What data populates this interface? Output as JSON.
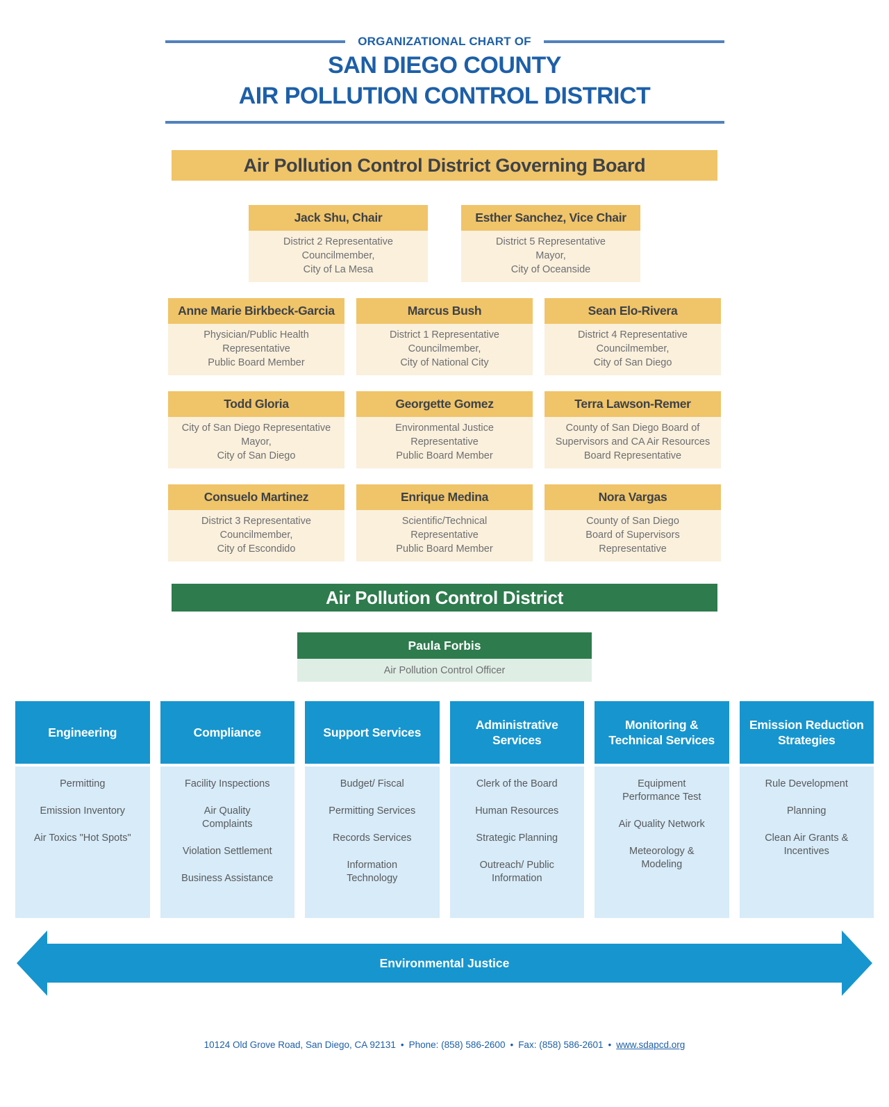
{
  "colors": {
    "title_blue": "#1D5FA8",
    "rule_blue": "#5181BC",
    "gold": "#F0C469",
    "cream": "#FAF0DC",
    "dark_text": "#3E4247",
    "gray_text": "#6D6E71",
    "green": "#2E7B4D",
    "light_green": "#DFEEE4",
    "dept_blue": "#1795CE",
    "light_blue": "#D7EBF8"
  },
  "header": {
    "eyebrow": "ORGANIZATIONAL CHART OF",
    "title_line1": "SAN DIEGO COUNTY",
    "title_line2": "AIR POLLUTION CONTROL DISTRICT"
  },
  "board": {
    "banner": "Air Pollution Control District Governing Board",
    "members": [
      {
        "name": "Jack Shu, Chair",
        "desc": "District 2 Representative\nCouncilmember,\nCity of La Mesa"
      },
      {
        "name": "Esther Sanchez, Vice Chair",
        "desc": "District 5 Representative\nMayor,\nCity of Oceanside"
      },
      {
        "name": "Anne Marie Birkbeck-Garcia",
        "desc": "Physician/Public Health\nRepresentative\nPublic Board Member"
      },
      {
        "name": "Marcus Bush",
        "desc": "District 1 Representative\nCouncilmember,\nCity of National City"
      },
      {
        "name": "Sean Elo-Rivera",
        "desc": "District 4 Representative\nCouncilmember,\nCity of San Diego"
      },
      {
        "name": "Todd Gloria",
        "desc": "City of San Diego Representative\nMayor,\nCity of San Diego"
      },
      {
        "name": "Georgette Gomez",
        "desc": "Environmental Justice\nRepresentative\nPublic Board Member"
      },
      {
        "name": "Terra Lawson-Remer",
        "desc": "County of San Diego Board of\nSupervisors and CA Air Resources\nBoard Representative"
      },
      {
        "name": "Consuelo Martinez",
        "desc": "District 3 Representative\nCouncilmember,\nCity of Escondido"
      },
      {
        "name": "Enrique Medina",
        "desc": "Scientific/Technical\nRepresentative\nPublic Board Member"
      },
      {
        "name": "Nora Vargas",
        "desc": "County of San Diego\nBoard of Supervisors\nRepresentative"
      }
    ]
  },
  "district": {
    "banner": "Air Pollution Control District",
    "officer": {
      "name": "Paula Forbis",
      "title": "Air Pollution Control Officer"
    }
  },
  "departments": [
    {
      "name": "Engineering",
      "items": [
        "Permitting",
        "Emission Inventory",
        "Air Toxics \"Hot Spots\""
      ]
    },
    {
      "name": "Compliance",
      "items": [
        "Facility Inspections",
        "Air Quality\nComplaints",
        "Violation Settlement",
        "Business Assistance"
      ]
    },
    {
      "name": "Support Services",
      "items": [
        "Budget/ Fiscal",
        "Permitting Services",
        "Records Services",
        "Information\nTechnology"
      ]
    },
    {
      "name": "Administrative Services",
      "items": [
        "Clerk of the Board",
        "Human Resources",
        "Strategic Planning",
        "Outreach/ Public\nInformation"
      ]
    },
    {
      "name": "Monitoring & Technical Services",
      "items": [
        "Equipment\nPerformance Test",
        "Air Quality Network",
        "Meteorology &\nModeling"
      ]
    },
    {
      "name": "Emission Reduction Strategies",
      "items": [
        "Rule Development",
        "Planning",
        "Clean Air Grants &\nIncentives"
      ]
    }
  ],
  "arrow": {
    "label": "Environmental Justice"
  },
  "footer": {
    "address": "10124 Old Grove Road, San Diego, CA 92131",
    "phone": "Phone: (858) 586-2600",
    "fax": "Fax: (858) 586-2601",
    "separator": "•",
    "link": "www.sdapcd.org"
  }
}
